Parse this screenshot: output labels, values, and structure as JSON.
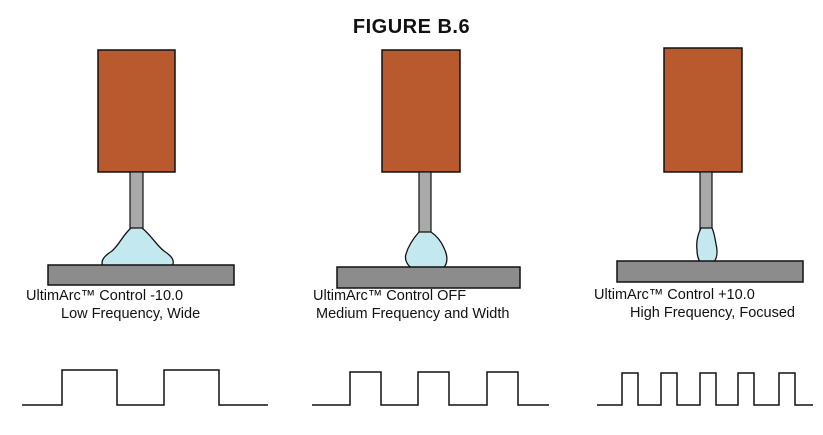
{
  "figure_title": "FIGURE B.6",
  "colors": {
    "electrode_body": "#b85a2e",
    "electrode_rod": "#a9a9a9",
    "arc_fill": "#c4e8f0",
    "workpiece": "#8c8c8c",
    "line": "#111111"
  },
  "panels": [
    {
      "caption_line1": "UltimArc™ Control -10.0",
      "caption_line2": "Low Frequency, Wide",
      "arc_width": "wide",
      "waveform_pulses": 2
    },
    {
      "caption_line1": "UltimArc™ Control OFF",
      "caption_line2": "Medium Frequency and Width",
      "arc_width": "medium",
      "waveform_pulses": 3
    },
    {
      "caption_line1": "UltimArc™ Control +10.0",
      "caption_line2": "High Frequency, Focused",
      "arc_width": "focused",
      "waveform_pulses": 5
    }
  ]
}
